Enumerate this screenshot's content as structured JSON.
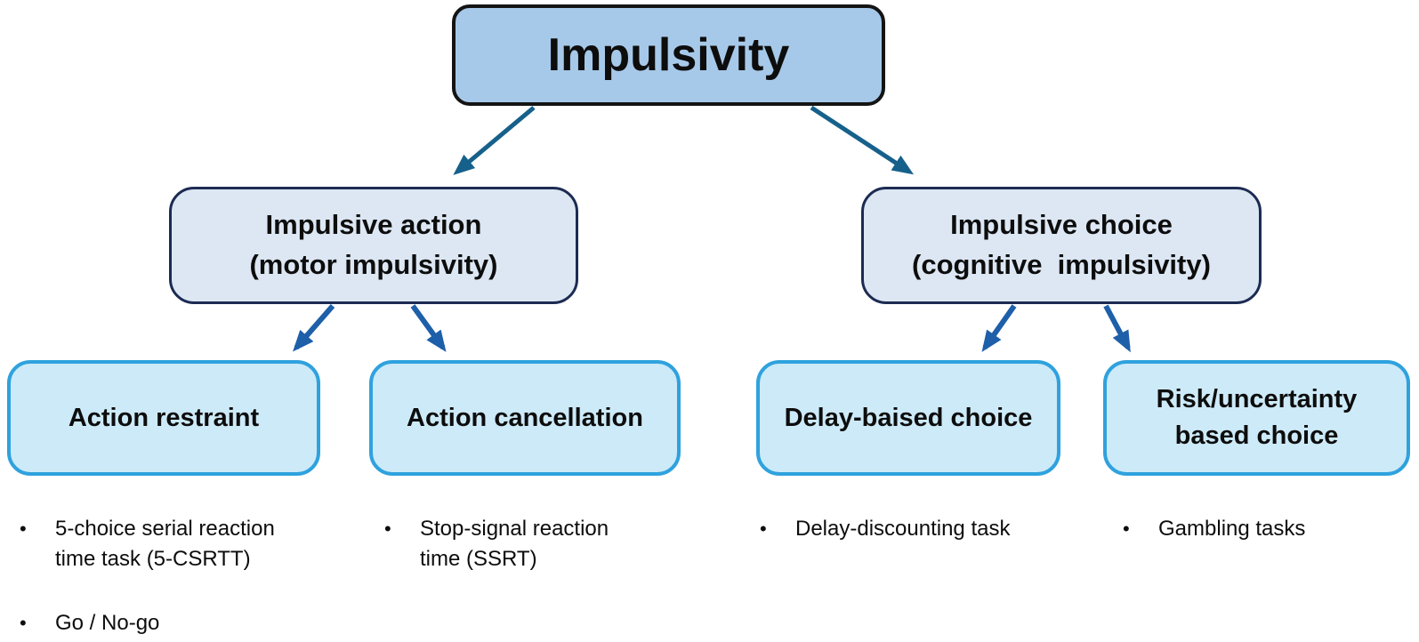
{
  "figure": {
    "root": {
      "label": "Impulsivity"
    },
    "branches": [
      {
        "label": "Impulsive action\n(motor impulsivity)"
      },
      {
        "label": "Impulsive choice\n(cognitive  impulsivity)"
      }
    ],
    "leaves": [
      {
        "label": "Action restraint"
      },
      {
        "label": "Action cancellation"
      },
      {
        "label": "Delay-baised choice"
      },
      {
        "label": "Risk/uncertainty\nbased choice"
      }
    ],
    "tasks": [
      {
        "items": [
          "5-choice serial reaction\ntime task (5-CSRTT)",
          "Go / No-go"
        ]
      },
      {
        "items": [
          "Stop-signal reaction\ntime (SSRT)"
        ]
      },
      {
        "items": [
          "Delay-discounting task"
        ]
      },
      {
        "items": [
          "Gambling tasks"
        ]
      }
    ],
    "bullet_glyph": "•",
    "colors": {
      "background": "#ffffff",
      "text": "#0d0d0d",
      "root_fill": "#a7c9e9",
      "root_border": "#141414",
      "branch_fill": "#dce7f3",
      "branch_border": "#1c2b52",
      "leaf_fill": "#cdeaf8",
      "leaf_border": "#2fa2de",
      "arrow_top": "#16618b",
      "arrow_lower": "#1e5fa9"
    }
  }
}
